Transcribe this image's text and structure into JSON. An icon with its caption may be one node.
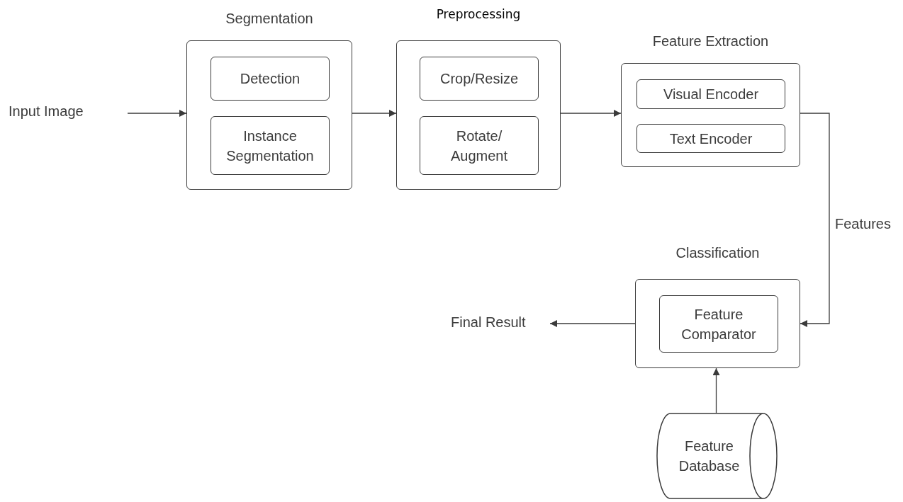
{
  "diagram": {
    "nodes": [
      {
        "text": [
          "Input Image"
        ]
      },
      {
        "text": [
          "Segmentation"
        ]
      },
      {
        "text": [
          "Detection"
        ],
        "in": 1
      },
      {
        "text": [
          "Instance Segmentation"
        ],
        "in": 1
      },
      {
        "text": [
          "Preprocessing"
        ]
      },
      {
        "text": [
          "Crop/Resize"
        ],
        "in": 4
      },
      {
        "text": [
          "Rotate/ Augment"
        ],
        "in": 4
      },
      {
        "text": [
          "Feature Extraction"
        ]
      },
      {
        "text": [
          "Visual Encoder"
        ],
        "in": 7
      },
      {
        "text": [
          "Text Encoder"
        ],
        "in": 7
      },
      {
        "text": [
          "Classification"
        ]
      },
      {
        "text": [
          "Feature Comparator"
        ],
        "in": 10
      },
      {
        "text": [
          "Feature Database"
        ]
      },
      {
        "text": [
          "Final Result"
        ]
      }
    ],
    "edges": [
      {
        "from": 0,
        "to": 1,
        "arrow": "to"
      },
      {
        "from": 1,
        "to": 4,
        "arrow": "to"
      },
      {
        "from": 4,
        "to": 7,
        "arrow": "to"
      },
      {
        "from": 7,
        "to": 10,
        "arrow": "to",
        "label": "Features"
      },
      {
        "from": 10,
        "to": 13,
        "arrow": "to"
      },
      {
        "from": 12,
        "to": 10,
        "arrow": "to"
      }
    ]
  }
}
